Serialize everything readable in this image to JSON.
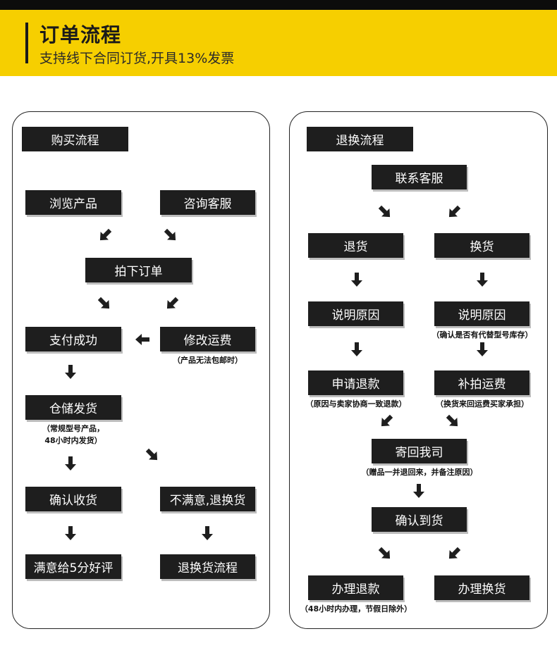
{
  "banner": {
    "title": "订单流程",
    "subtitle": "支持线下合同订货,开具13%发票"
  },
  "purchase": {
    "heading": "购买流程",
    "browse": "浏览产品",
    "consult": "咨询客服",
    "place_order": "拍下订单",
    "pay_success": "支付成功",
    "modify_freight": "修改运费",
    "freight_note": "（产品无法包邮时）",
    "warehouse_ship": "仓储发货",
    "ship_note_line1": "（常规型号产品，",
    "ship_note_line2": "48小时内发货）",
    "confirm_receipt": "确认收货",
    "unsatisfied": "不满意,退换货",
    "good_review": "满意给5分好评",
    "return_flow": "退换货流程"
  },
  "returns": {
    "heading": "退换流程",
    "contact_service": "联系客服",
    "return_goods": "退货",
    "exchange_goods": "换货",
    "explain_left": "说明原因",
    "explain_right": "说明原因",
    "explain_right_note": "（确认是否有代替型号库存）",
    "apply_refund": "申请退款",
    "refund_note": "（原因与卖家协商一致退款）",
    "pay_freight": "补拍运费",
    "freight_note": "（换货来回运费买家承担）",
    "send_back": "寄回我司",
    "send_back_note": "（赠品一并退回来，并备注原因）",
    "confirm_arrival": "确认到货",
    "process_refund": "办理退款",
    "refund_time_note": "（48小时内办理，节假日除外）",
    "process_exchange": "办理换货"
  },
  "colors": {
    "banner_yellow": "#f6cf00",
    "box_fill": "#1e1e1e",
    "box_text": "#ffffff"
  }
}
